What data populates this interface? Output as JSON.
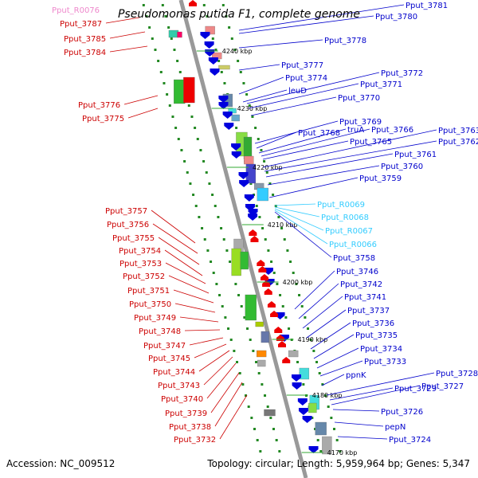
{
  "title": "Pseudomonas putida F1, complete genome",
  "footer": {
    "accession": "Accession: NC_009512",
    "topology": "Topology: circular; Length: 5,959,964 bp; Genes: 5,347"
  },
  "colors": {
    "left_label": "#cc0000",
    "right_label": "#0000cc",
    "rna_label": "#33ccff",
    "pink_label": "#ee88cc",
    "backbone": "#999999",
    "tick_dots": "#228822",
    "forward_arrow": "#0000dd",
    "reverse_arrow": "#ee0000"
  },
  "kbp_labels": [
    "4240 kbp",
    "4230 kbp",
    "4220 kbp",
    "4210 kbp",
    "4200 kbp",
    "4190 kbp",
    "4180 kbp",
    "4170 kbp"
  ],
  "left_labels": [
    "Pput_R0076",
    "Pput_3787",
    "Pput_3785",
    "Pput_3784",
    "Pput_3776",
    "Pput_3775",
    "Pput_3757",
    "Pput_3756",
    "Pput_3755",
    "Pput_3754",
    "Pput_3753",
    "Pput_3752",
    "Pput_3751",
    "Pput_3750",
    "Pput_3749",
    "Pput_3748",
    "Pput_3747",
    "Pput_3745",
    "Pput_3744",
    "Pput_3743",
    "Pput_3740",
    "Pput_3739",
    "Pput_3738",
    "Pput_3732"
  ],
  "right_labels": [
    "Pput_3781",
    "Pput_3780",
    "Pput_3778",
    "Pput_3777",
    "Pput_3774",
    "leuD",
    "Pput_3772",
    "Pput_3771",
    "Pput_3770",
    "Pput_3769",
    "Pput_3768",
    "truA",
    "Pput_3766",
    "Pput_3765",
    "Pput_3763",
    "Pput_3762",
    "Pput_3761",
    "Pput_3760",
    "Pput_3759",
    "Pput_R0069",
    "Pput_R0068",
    "Pput_R0067",
    "Pput_R0066",
    "Pput_3758",
    "Pput_3746",
    "Pput_3742",
    "Pput_3741",
    "Pput_3737",
    "Pput_3736",
    "Pput_3735",
    "Pput_3734",
    "Pput_3733",
    "ppnK",
    "Pput_3728",
    "Pput_3729",
    "Pput_3727",
    "Pput_3726",
    "pepN",
    "Pput_3724"
  ]
}
